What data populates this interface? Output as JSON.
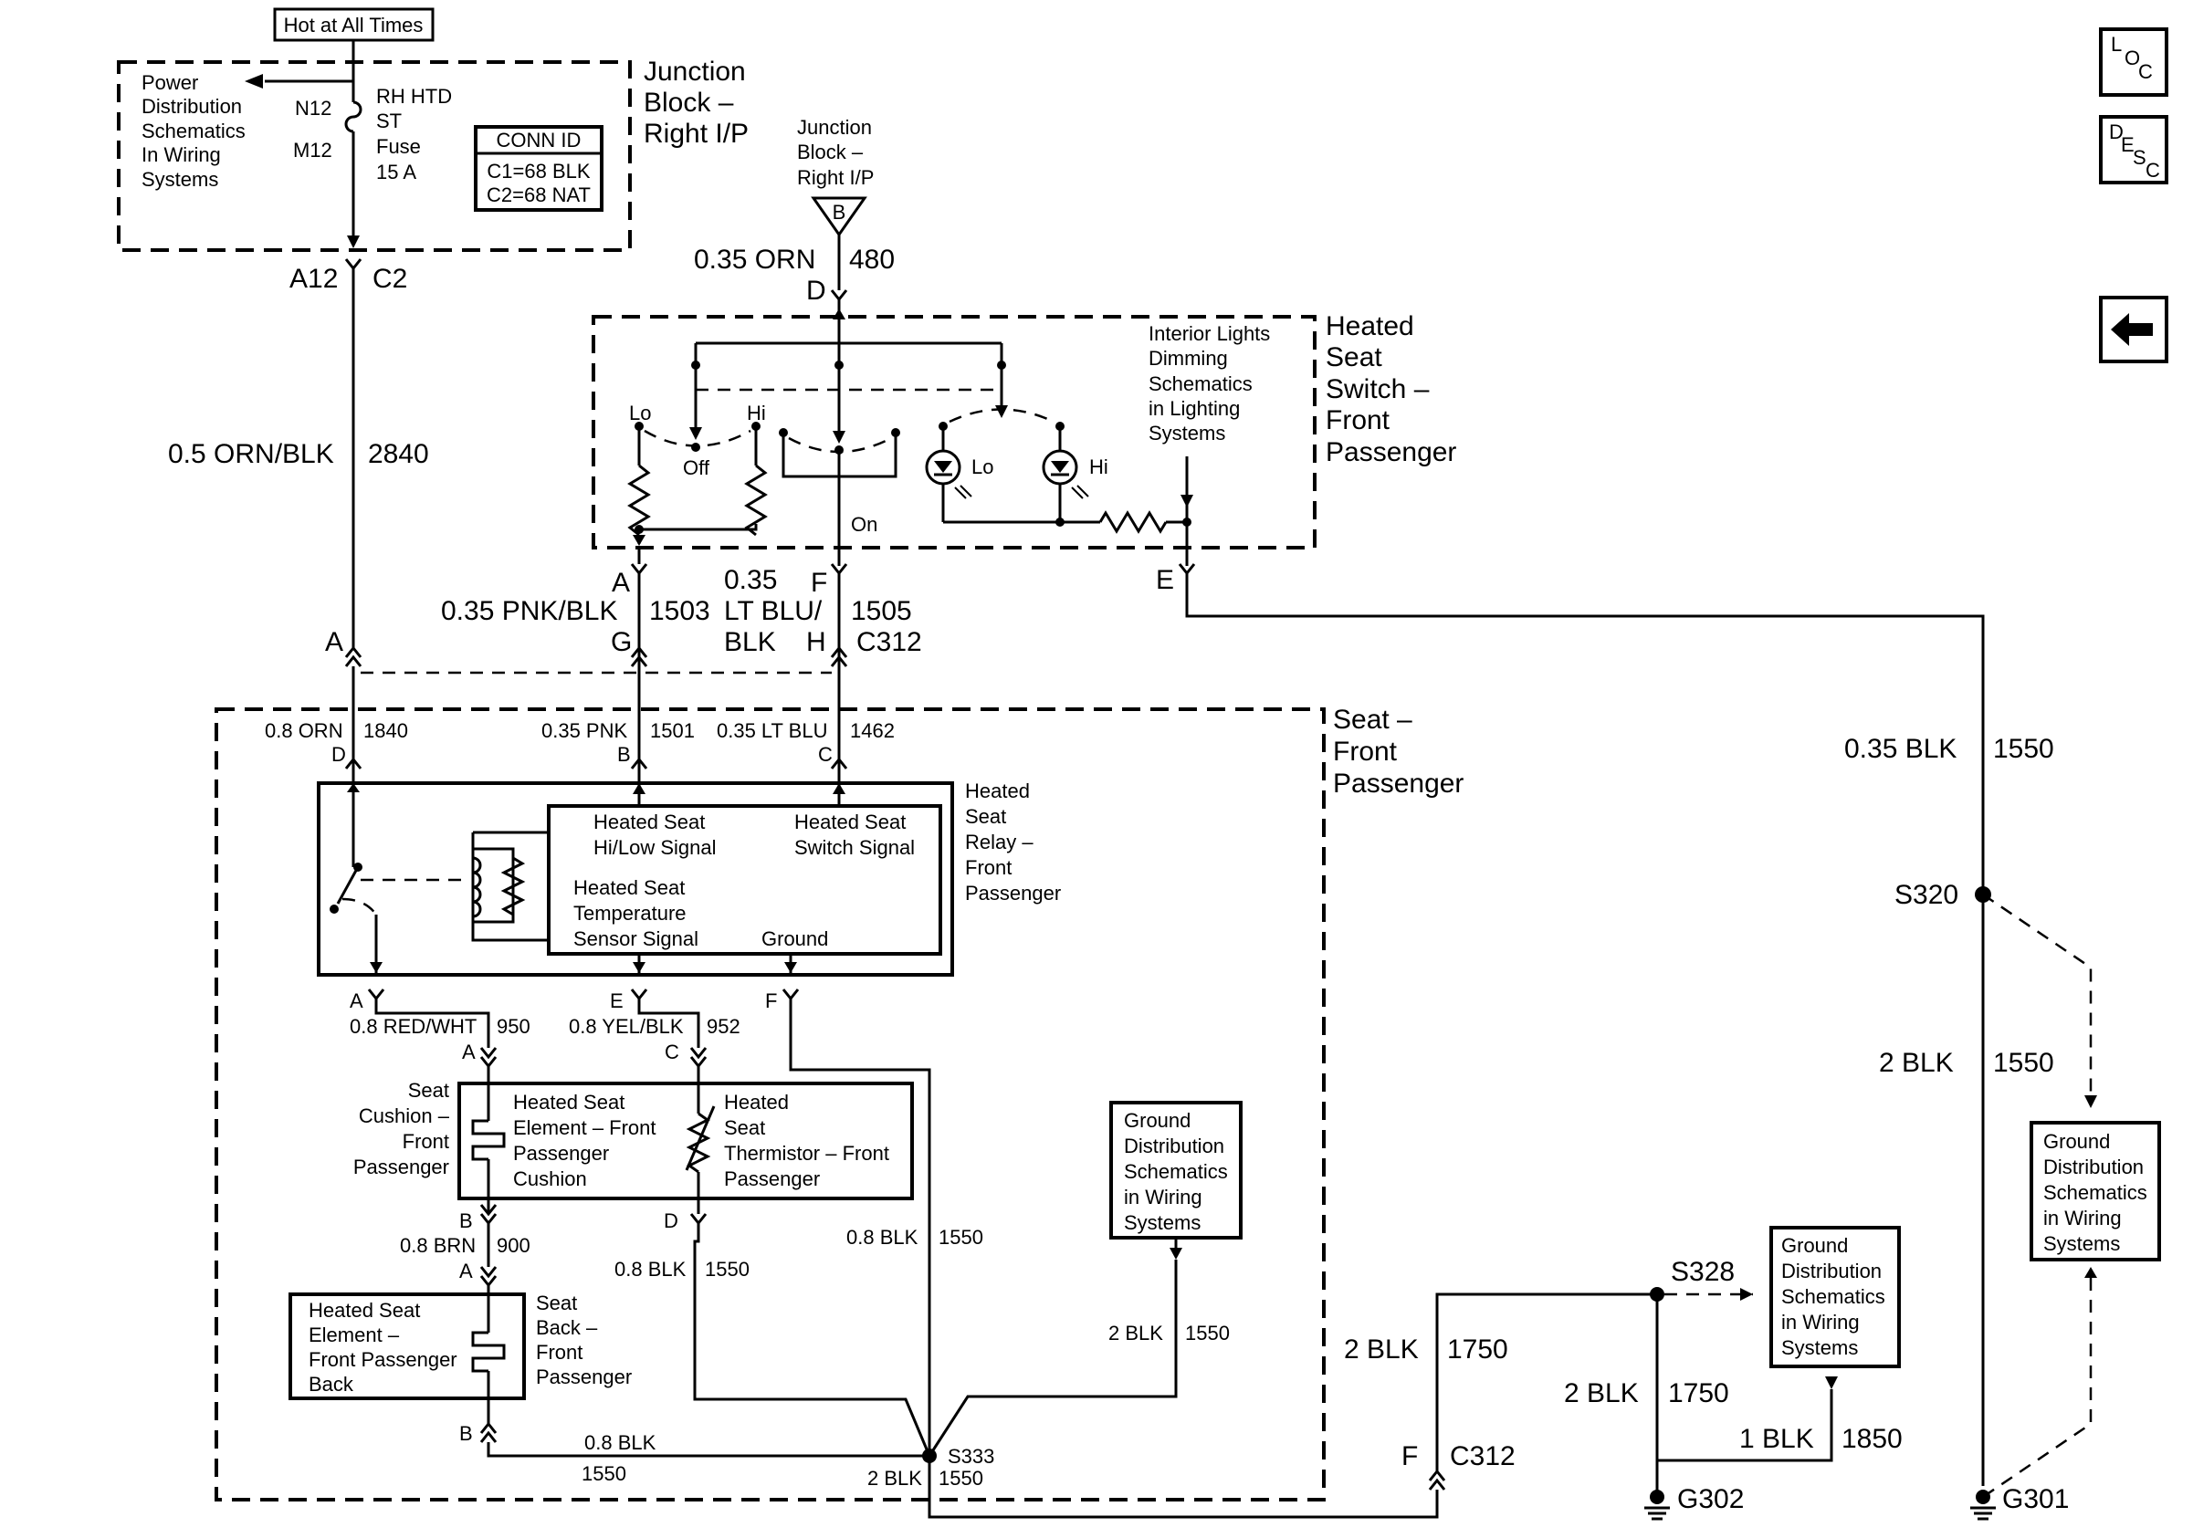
{
  "header": {
    "hot_label": "Hot at All Times"
  },
  "nav": {
    "loc_letters": [
      "L",
      "O",
      "C"
    ],
    "desc_letters": [
      "D",
      "E",
      "S",
      "C"
    ]
  },
  "junction_block": {
    "title": [
      "Junction",
      "Block –",
      "Right I/P"
    ],
    "power_ref": [
      "Power",
      "Distribution",
      "Schematics",
      "In Wiring",
      "Systems"
    ],
    "n12": "N12",
    "m12": "M12",
    "fuse": [
      "RH HTD",
      "ST",
      "Fuse",
      "15 A"
    ],
    "conn_id": [
      "CONN ID",
      "C1=68 BLK",
      "C2=68 NAT"
    ]
  },
  "jb_ref": {
    "lines": [
      "Junction",
      "Block –",
      "Right I/P"
    ],
    "pin": "B"
  },
  "wires": {
    "w480_size": "0.35 ORN",
    "w480_num": "480",
    "w480_pin": "D",
    "a12": "A12",
    "c2": "C2",
    "w2840_size": "0.5 ORN/BLK",
    "w2840_num": "2840",
    "sw_pin_a": "A",
    "w1503_size": "0.35 PNK/BLK",
    "w1503_num": "1503",
    "g_pin": "G",
    "w1505_size_1": "0.35",
    "w1505_size_2": "LT BLU/",
    "w1505_size_3": "BLK",
    "sw_pin_f": "F",
    "w1505_num": "1505",
    "h_pin": "H",
    "c312_top": "C312",
    "a_pin_c312": "A",
    "e_pin": "E",
    "w1840_size": "0.8 ORN",
    "w1840_num": "1840",
    "d_pin_seat": "D",
    "w1501_size": "0.35 PNK",
    "w1501_num": "1501",
    "b_pin_seat": "B",
    "w1462_size": "0.35 LT BLU",
    "w1462_num": "1462",
    "c_pin_seat": "C",
    "w950_pin_top": "A",
    "w950_size": "0.8 RED/WHT",
    "w950_num": "950",
    "w950_pin_bot": "A",
    "w952_pin_top": "E",
    "w952_size": "0.8 YEL/BLK",
    "w952_num": "952",
    "w952_pin_bot": "C",
    "relay_pin_f": "F",
    "w900_pin_top": "B",
    "w900_size": "0.8 BRN",
    "w900_num": "900",
    "w900_pin_bot": "A",
    "therm_pin_d": "D",
    "w1550_therm_size": "0.8 BLK",
    "w1550_therm_num": "1550",
    "w1550_relay_size": "0.8 BLK",
    "w1550_relay_num": "1550",
    "w1550_gnd_size": "2 BLK",
    "w1550_gnd_num": "1550",
    "back_pin_b": "B",
    "w1550_back_size": "0.8 BLK",
    "w1550_back_num": "1550",
    "s333": "S333",
    "w1550_s333_size": "2 BLK",
    "w1550_s333_num": "1550",
    "w1550_right_size": "0.35 BLK",
    "w1550_right_num": "1550",
    "s320": "S320",
    "w1550_s320_size": "2 BLK",
    "w1550_s320_num": "1550",
    "w1750_size": "2 BLK",
    "w1750_num": "1750",
    "c312_f_pin": "F",
    "c312_bottom": "C312",
    "s328": "S328",
    "w1750b_size": "2 BLK",
    "w1750b_num": "1750",
    "w1850_size": "1 BLK",
    "w1850_num": "1850",
    "g302": "G302",
    "g301": "G301"
  },
  "switch": {
    "title": [
      "Heated",
      "Seat",
      "Switch –",
      "Front",
      "Passenger"
    ],
    "lo": "Lo",
    "hi": "Hi",
    "off": "Off",
    "on": "On",
    "lamp_lo": "Lo",
    "lamp_hi": "Hi",
    "dim_ref": [
      "Interior Lights",
      "Dimming",
      "Schematics",
      "in Lighting",
      "Systems"
    ]
  },
  "seat": {
    "title": [
      "Seat –",
      "Front",
      "Passenger"
    ],
    "relay_title": [
      "Heated",
      "Seat",
      "Relay –",
      "Front",
      "Passenger"
    ],
    "hi_low_signal": [
      "Heated Seat",
      "Hi/Low Signal"
    ],
    "switch_signal": [
      "Heated Seat",
      "Switch Signal"
    ],
    "temp_signal": [
      "Heated Seat",
      "Temperature",
      "Sensor Signal"
    ],
    "ground": "Ground",
    "cushion_label": [
      "Seat",
      "Cushion –",
      "Front",
      "Passenger"
    ],
    "cushion_element": [
      "Heated Seat",
      "Element – Front",
      "Passenger",
      "Cushion"
    ],
    "thermistor": [
      "Heated",
      "Seat",
      "Thermistor – Front",
      "Passenger"
    ],
    "back_element": [
      "Heated Seat",
      "Element –",
      "Front Passenger",
      "Back"
    ],
    "back_label": [
      "Seat",
      "Back –",
      "Front",
      "Passenger"
    ],
    "ground_ref": [
      "Ground",
      "Distribution",
      "Schematics",
      "in Wiring",
      "Systems"
    ]
  },
  "ground_ref_s328": [
    "Ground",
    "Distribution",
    "Schematics",
    "in Wiring",
    "Systems"
  ],
  "ground_ref_s320": [
    "Ground",
    "Distribution",
    "Schematics",
    "in Wiring",
    "Systems"
  ]
}
